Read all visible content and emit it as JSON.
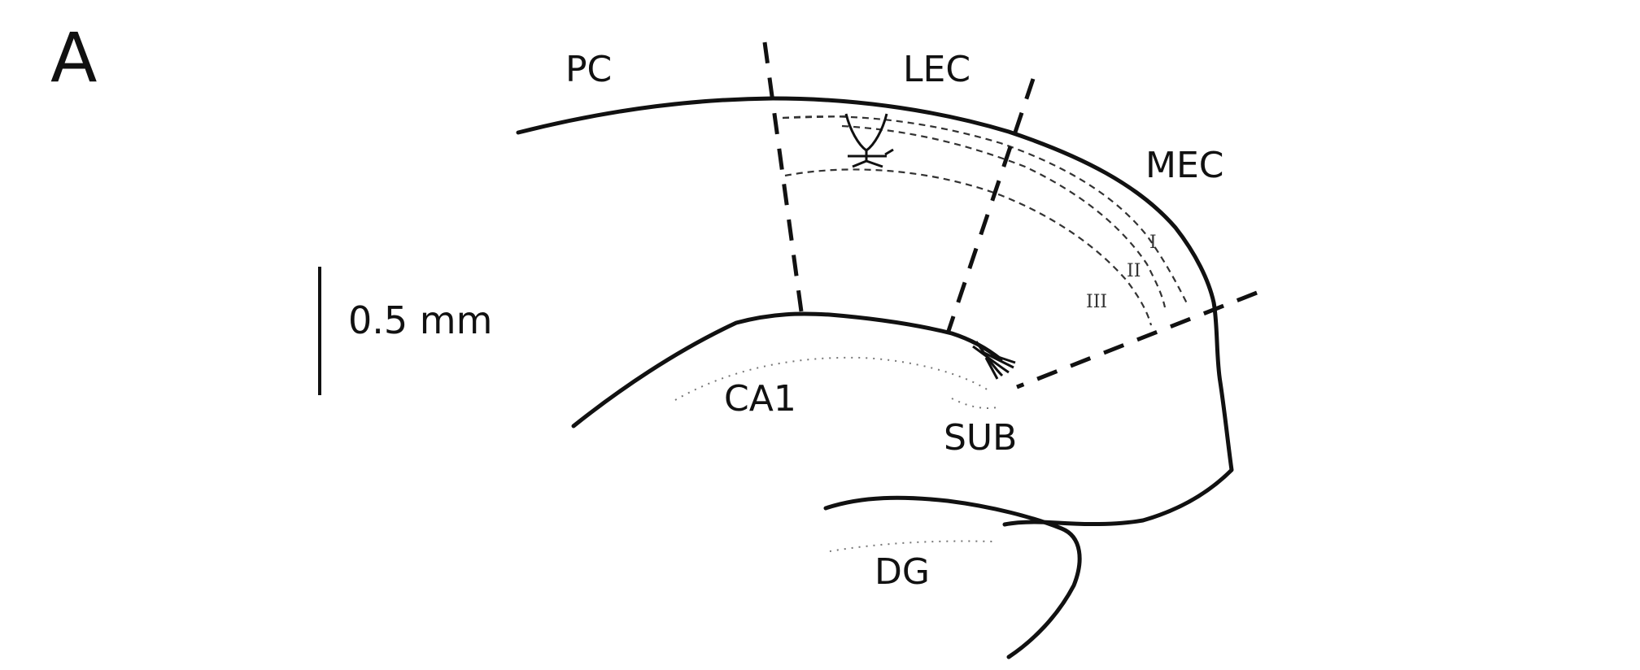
{
  "panel_label": "A",
  "regions": {
    "pc": "PC",
    "lec": "LEC",
    "mec": "MEC",
    "ca1": "CA1",
    "sub": "SUB",
    "dg": "DG"
  },
  "layers": {
    "layer_1": "I",
    "layer_2": "II",
    "layer_3": "III"
  },
  "scale_bar": {
    "label": "0.5 mm"
  },
  "colors": {
    "ink": "#111111",
    "background": "#ffffff"
  }
}
